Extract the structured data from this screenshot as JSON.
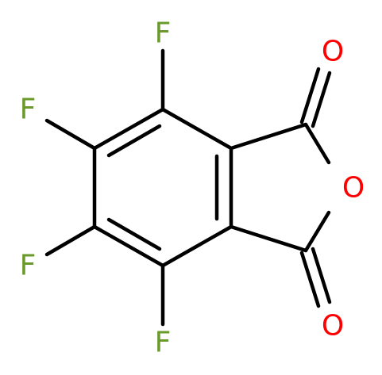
{
  "colors": {
    "background": "#ffffff",
    "bond": "#000000",
    "fluorine": "#6a9a2c",
    "oxygen": "#ff0000"
  },
  "atoms": {
    "f1": {
      "symbol": "F",
      "element": "fluorine"
    },
    "f2": {
      "symbol": "F",
      "element": "fluorine"
    },
    "f3": {
      "symbol": "F",
      "element": "fluorine"
    },
    "f4": {
      "symbol": "F",
      "element": "fluorine"
    },
    "o_carbonyl_top": {
      "symbol": "O",
      "element": "oxygen"
    },
    "o_ring": {
      "symbol": "O",
      "element": "oxygen"
    },
    "o_carbonyl_bottom": {
      "symbol": "O",
      "element": "oxygen"
    }
  }
}
